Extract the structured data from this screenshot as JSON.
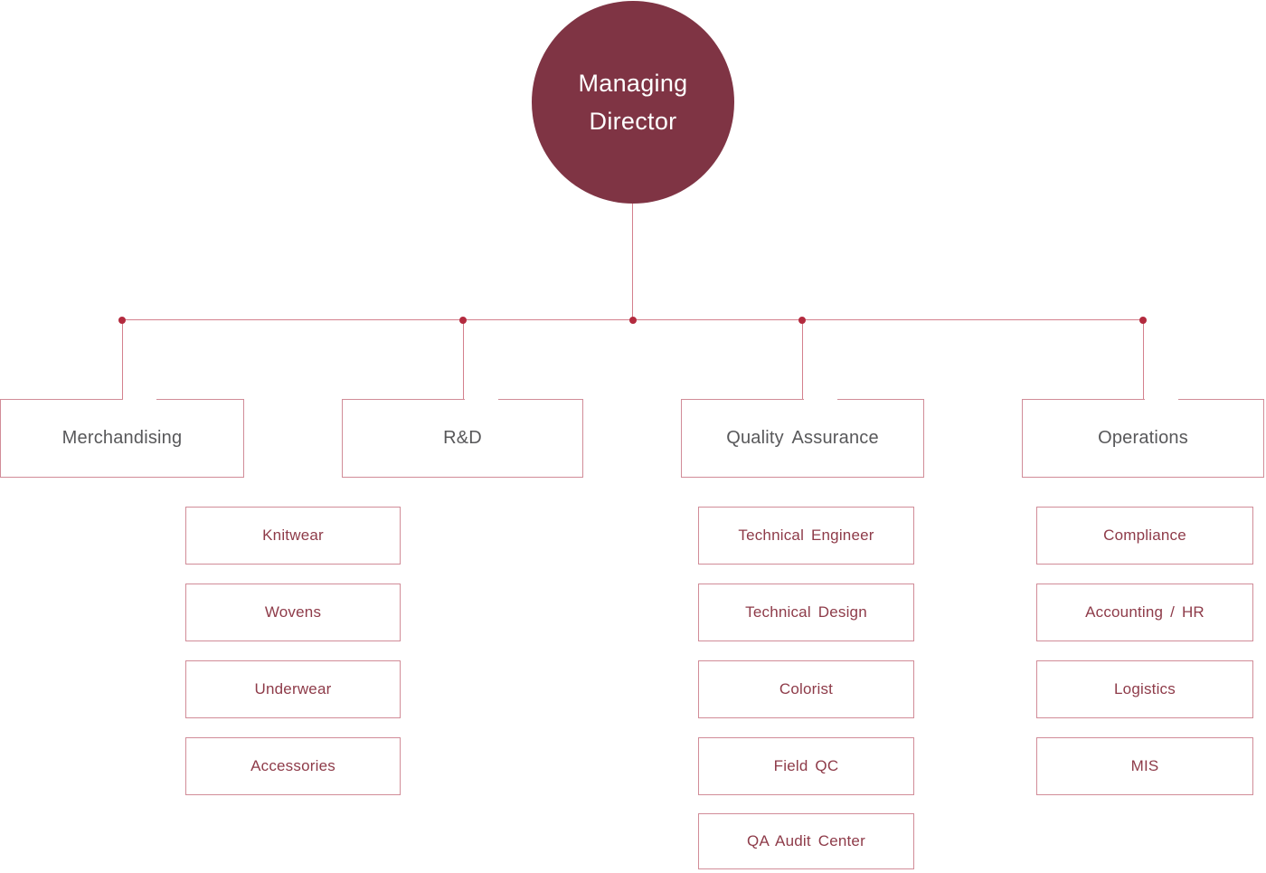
{
  "org": {
    "root": {
      "label": "Managing Director"
    },
    "departments": [
      {
        "label": "Merchandising",
        "children": [
          {
            "label": "Knitwear"
          },
          {
            "label": "Wovens"
          },
          {
            "label": "Underwear"
          },
          {
            "label": "Accessories"
          }
        ]
      },
      {
        "label": "R&D",
        "children": []
      },
      {
        "label": "Quality Assurance",
        "children": [
          {
            "label": "Technical Engineer"
          },
          {
            "label": "Technical Design"
          },
          {
            "label": "Colorist"
          },
          {
            "label": "Field QC"
          },
          {
            "label": "QA Audit Center"
          }
        ]
      },
      {
        "label": "Operations",
        "children": [
          {
            "label": "Compliance"
          },
          {
            "label": "Accounting / HR"
          },
          {
            "label": "Logistics"
          },
          {
            "label": "MIS"
          }
        ]
      }
    ]
  },
  "colors": {
    "node_fill": "#7f3444",
    "node_text": "#ffffff",
    "connector_line": "#d4808d",
    "connector_dot": "#b32a3e",
    "box_border": "#d18c98",
    "dept_text": "#58585a",
    "child_text": "#8e3b49",
    "bg": "#ffffff"
  }
}
